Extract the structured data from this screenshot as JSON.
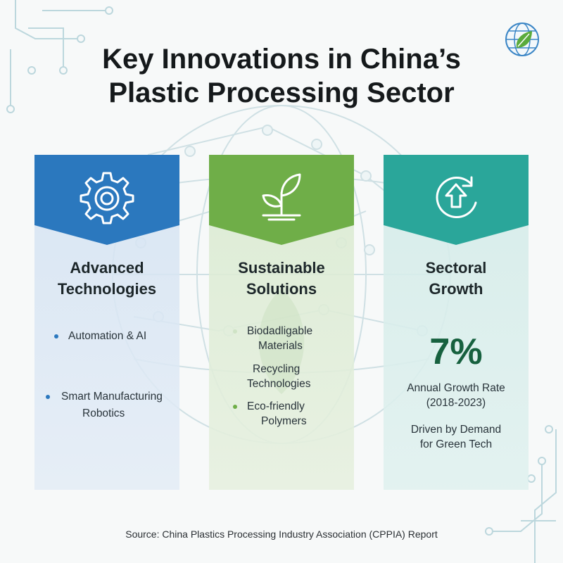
{
  "title": {
    "line1": "Key Innovations in China’s",
    "line2": "Plastic Processing Sector"
  },
  "logo_icon": "globe-leaf-icon",
  "colors": {
    "card1_head": "#2b78be",
    "card1_body": "#dbe7f4",
    "card2_head": "#6fae48",
    "card2_body": "#e1eedb",
    "card3_head": "#2aa69a",
    "card3_body": "#d8eeec",
    "stat": "#17613f"
  },
  "cards": [
    {
      "icon": "gear-icon",
      "title_line1": "Advanced",
      "title_line2": "Technologies",
      "bullets": [
        {
          "text1": "Automation & AI",
          "text2": ""
        },
        {
          "text1": "Smart Manufacturing",
          "text2": "Robotics"
        }
      ]
    },
    {
      "icon": "sprout-icon",
      "title_line1": "Sustainable",
      "title_line2": "Solutions",
      "bullets": [
        {
          "text1": "Biodadligable",
          "text2": "Materials"
        },
        {
          "text1": "Recycling",
          "text2": "Technologies"
        },
        {
          "text1": "Eco-friendly",
          "text2": "Polymers"
        }
      ]
    },
    {
      "icon": "growth-arrow-icon",
      "title_line1": "Sectoral",
      "title_line2": "Growth",
      "stat_value": "7%",
      "stat_label_line1": "Annual Growth Rate",
      "stat_label_line2": "(2018-2023)",
      "note_line1": "Driven by Demand",
      "note_line2": "for Green Tech"
    }
  ],
  "source": "Source: China Plastics Processing Industry Association (CPPIA) Report"
}
